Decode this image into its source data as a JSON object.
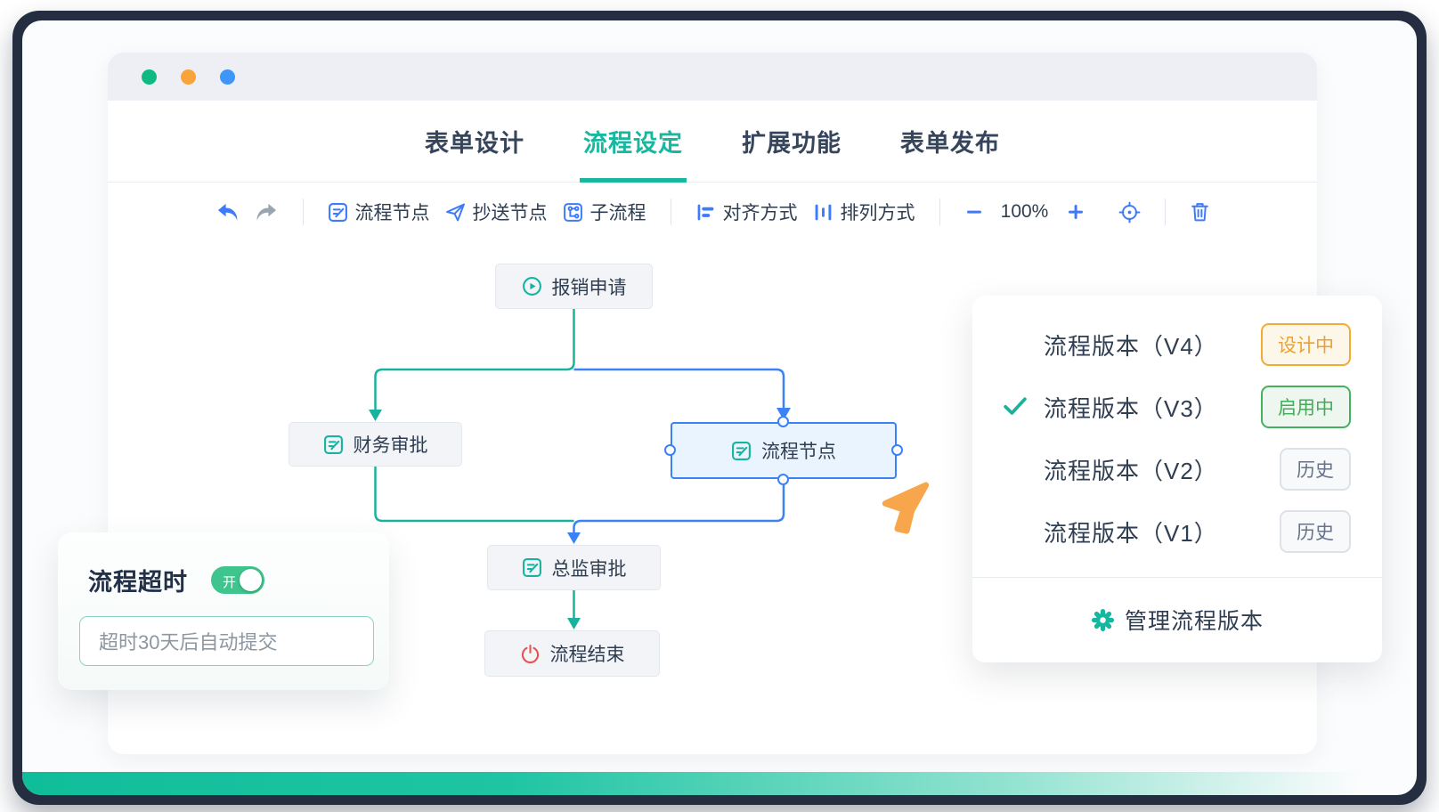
{
  "window": {
    "dots": [
      "green",
      "orange",
      "blue"
    ]
  },
  "tabs": [
    {
      "label": "表单设计",
      "active": false
    },
    {
      "label": "流程设定",
      "active": true
    },
    {
      "label": "扩展功能",
      "active": false
    },
    {
      "label": "表单发布",
      "active": false
    }
  ],
  "toolbar": {
    "node_btn": "流程节点",
    "cc_btn": "抄送节点",
    "subflow_btn": "子流程",
    "align_btn": "对齐方式",
    "arrange_btn": "排列方式",
    "zoom_level": "100%"
  },
  "flow": {
    "nodes": {
      "start": "报销申请",
      "finance": "财务审批",
      "selected": "流程节点",
      "director": "总监审批",
      "end": "流程结束"
    }
  },
  "version_panel": {
    "rows": [
      {
        "label": "流程版本（V4）",
        "badge": "设计中",
        "status": "design",
        "checked": false
      },
      {
        "label": "流程版本（V3）",
        "badge": "启用中",
        "status": "active",
        "checked": true
      },
      {
        "label": "流程版本（V2）",
        "badge": "历史",
        "status": "history",
        "checked": false
      },
      {
        "label": "流程版本（V1）",
        "badge": "历史",
        "status": "history",
        "checked": false
      }
    ],
    "manage_label": "管理流程版本"
  },
  "timeout_card": {
    "title": "流程超时",
    "toggle_label": "开",
    "toggle_state": "on",
    "input_value": "超时30天后自动提交"
  },
  "colors": {
    "accent_teal": "#18b7a0",
    "flow_blue": "#3b82f6",
    "edge_teal": "#19b29c",
    "badge_orange": "#efa02c",
    "badge_green": "#3fae56",
    "badge_gray": "#66738a",
    "cursor_orange": "#f7a64c",
    "toggle_green": "#3ec48c",
    "end_red": "#f04f4f",
    "dot_green": "#10b981",
    "dot_orange": "#f9a43a",
    "dot_blue": "#3e97f6"
  }
}
